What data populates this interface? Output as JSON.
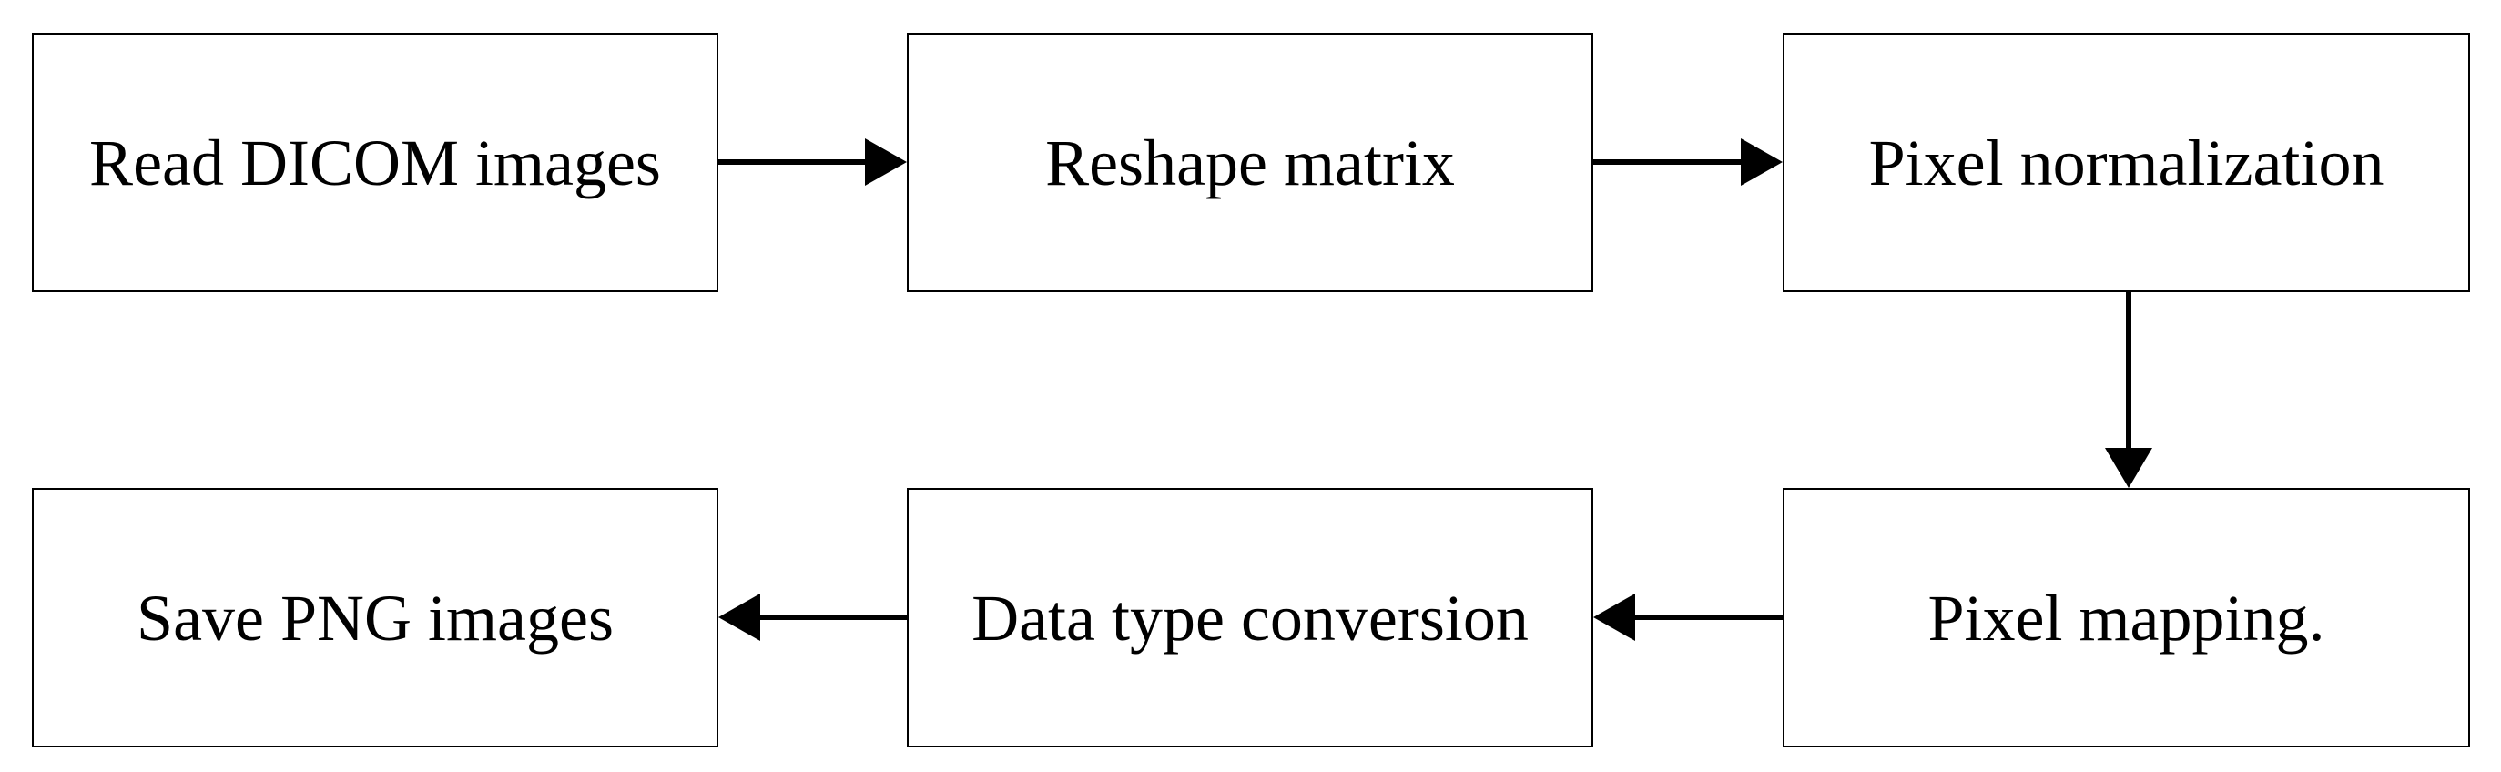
{
  "steps": {
    "read": "Read DICOM images",
    "reshape": "Reshape matrix",
    "normalize": "Pixel normalization",
    "map": "Pixel mapping.",
    "convert": "Data type conversion",
    "save": "Save PNG images"
  },
  "flow": [
    {
      "from": "read",
      "to": "reshape"
    },
    {
      "from": "reshape",
      "to": "normalize"
    },
    {
      "from": "normalize",
      "to": "map"
    },
    {
      "from": "map",
      "to": "convert"
    },
    {
      "from": "convert",
      "to": "save"
    }
  ]
}
